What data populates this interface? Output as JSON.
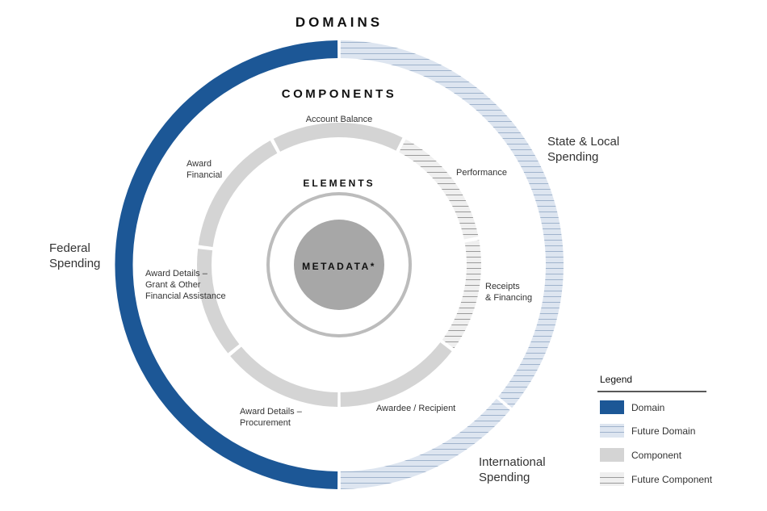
{
  "headings": {
    "domains": "DOMAINS",
    "components": "COMPONENTS",
    "elements": "ELEMENTS",
    "metadata": "METADATA*"
  },
  "domains": {
    "federal": [
      "Federal",
      "Spending"
    ],
    "state_local": [
      "State & Local",
      "Spending"
    ],
    "international": [
      "International",
      "Spending"
    ]
  },
  "components": {
    "account_balance": [
      "Account Balance"
    ],
    "performance": [
      "Performance"
    ],
    "receipts_financing": [
      "Receipts",
      "& Financing"
    ],
    "awardee_recipient": [
      "Awardee / Recipient"
    ],
    "award_procurement": [
      "Award Details –",
      "Procurement"
    ],
    "award_grant": [
      "Award Details –",
      "Grant & Other",
      "Financial Assistance"
    ],
    "award_financial": [
      "Award",
      "Financial"
    ]
  },
  "legend": {
    "title": "Legend",
    "items": [
      {
        "label": "Domain",
        "swatch": "domain"
      },
      {
        "label": "Future Domain",
        "swatch": "future-domain"
      },
      {
        "label": "Component",
        "swatch": "component"
      },
      {
        "label": "Future Component",
        "swatch": "future-component"
      }
    ]
  },
  "colors": {
    "domain": "#1c5796",
    "future_domain": "#dde5f0",
    "future_domain_lines": "#9fb3cc",
    "component": "#d4d4d4",
    "future_component": "#efefef",
    "future_component_lines": "#9a9a9a",
    "metadata": "#a7a7a7",
    "elements_ring": "#bcbcbc"
  }
}
